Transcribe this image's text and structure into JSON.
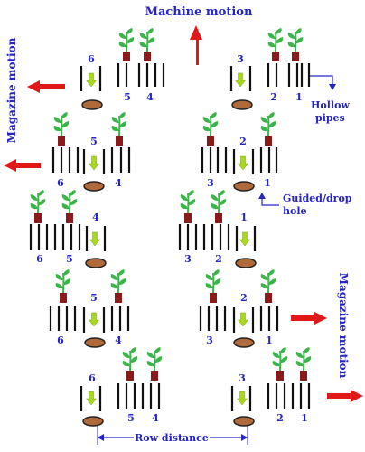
{
  "title": "Machine motion",
  "labels": {
    "magazine_left": "Magazine motion",
    "magazine_right": "Magazine motion",
    "hollow_pipes_line1": "Hollow",
    "hollow_pipes_line2": "pipes",
    "guided_line1": "Guided/drop",
    "guided_line2": "hole",
    "row_distance": "Row distance"
  },
  "colors": {
    "text": "#2424c8",
    "arrow_red": "#e01818",
    "seedling_green": "#3bb54a",
    "pot": "#8b1a1a",
    "hole_fill": "#b06a3a",
    "drop_arrow": "#a8d820"
  },
  "stages": [
    {
      "left": {
        "n_top": "6",
        "n_right1": "5",
        "n_right2": "4"
      },
      "right": {
        "n_top": "3",
        "n_right1": "2",
        "n_right2": "1"
      }
    },
    {
      "left": {
        "n_left": "6",
        "n_top": "5",
        "n_right": "4"
      },
      "right": {
        "n_left": "3",
        "n_top": "2",
        "n_right": "1"
      }
    },
    {
      "left": {
        "n_left1": "6",
        "n_left2": "5",
        "n_top": "4"
      },
      "right": {
        "n_left1": "3",
        "n_left2": "2",
        "n_top": "1"
      }
    },
    {
      "left": {
        "n_left": "6",
        "n_top": "5",
        "n_right": "4"
      },
      "right": {
        "n_left": "3",
        "n_top": "2",
        "n_right": "1"
      }
    },
    {
      "left": {
        "n_top": "6",
        "n_right1": "5",
        "n_right2": "4"
      },
      "right": {
        "n_top": "3",
        "n_right1": "2",
        "n_right2": "1"
      }
    }
  ]
}
